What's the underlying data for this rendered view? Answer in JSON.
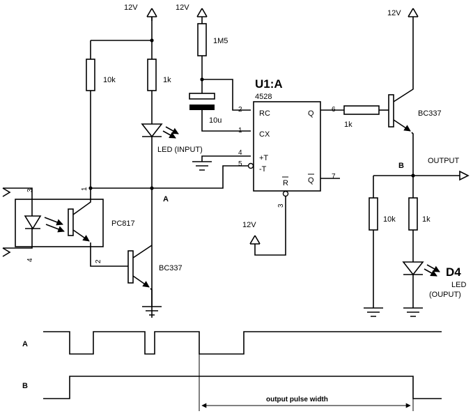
{
  "supplies": {
    "top_left": "12V",
    "top_mid": "12V",
    "top_right": "12V",
    "reset_supply": "12V"
  },
  "components": {
    "r_pullup": "10k",
    "r_led": "1k",
    "r_timing": "1M5",
    "c_timing": "10u",
    "led_input": "LED (INPUT)",
    "optocoupler": "PC817",
    "q_input": "BC337",
    "ic_name": "U1:A",
    "ic_part": "4528",
    "r_base": "1k",
    "q_output": "BC337",
    "r_out_left": "10k",
    "r_out_right": "1k",
    "led_out_ref": "D4",
    "led_out_line1": "LED",
    "led_out_line2": "(OUPUT)"
  },
  "pins": {
    "rc": "RC",
    "cx": "CX",
    "plus_t": "+T",
    "minus_t": "-T",
    "q": "Q",
    "q_bar": "Q",
    "r": "R",
    "n2": "2",
    "n1": "1",
    "n4": "4",
    "n5": "5",
    "n6": "6",
    "n7": "7",
    "n3": "3",
    "opto_1": "1",
    "opto_2": "2",
    "opto_3": "3",
    "opto_4": "4"
  },
  "nodes": {
    "a": "A",
    "b": "B",
    "output": "OUTPUT"
  },
  "timing": {
    "label_a": "A",
    "label_b": "B",
    "pulse_label": "output pulse width"
  }
}
